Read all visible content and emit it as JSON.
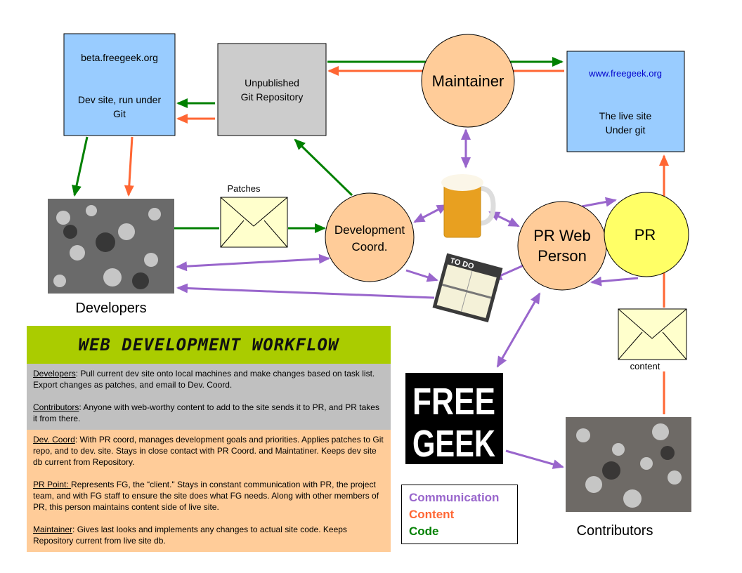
{
  "nodes": {
    "beta": {
      "l1": "beta.freegeek.org",
      "l2": "Dev site, run under",
      "l3": "Git"
    },
    "repo": {
      "l1": "Unpublished",
      "l2": "Git Repository"
    },
    "maintainer": "Maintainer",
    "live": {
      "l1": "www.freegeek.org",
      "l2": "The live site",
      "l3": "Under git"
    },
    "developers": "Developers",
    "patches": "Patches",
    "devcoord": {
      "l1": "Development",
      "l2": "Coord."
    },
    "prweb": {
      "l1": "PR Web",
      "l2": "Person"
    },
    "pr": "PR",
    "content": "content",
    "logo": {
      "l1": "FREE",
      "l2": "GEEK"
    },
    "contributors": "Contributors",
    "todo": "TO DO"
  },
  "panel": {
    "title": "WEB DEVELOPMENT WORKFLOW",
    "items": [
      {
        "term": "Developers",
        "text": ": Pull current dev site onto local machines and make changes based on task list. Export changes as patches, and email to Dev. Coord."
      },
      {
        "term": "Contributors",
        "text": ": Anyone with web-worthy content to add to the site sends it to PR, and PR takes it from there."
      },
      {
        "term": "Dev. Coord",
        "text": ": With PR coord, manages development goals and priorities. Applies patches to Git repo, and to dev. site. Stays in close contact with PR Coord. and Maintatiner. Keeps dev site db current from Repository."
      },
      {
        "term": "PR Point: ",
        "text": "Represents FG, the “client.\" Stays in constant communication with PR, the project team, and with FG staff to ensure the site does what FG needs. Along with other members of PR, this person maintains content side of live site."
      },
      {
        "term": "Maintainer",
        "text": ": Gives last looks and implements any changes to actual site code.  Keeps Repository current from live site db."
      }
    ]
  },
  "legend": {
    "communication": "Communication",
    "content": "Content",
    "code": "Code"
  },
  "colors": {
    "communication": "#9966cc",
    "content": "#ff6633",
    "code": "#008000",
    "site_box": "#99ccff",
    "repo_box": "#cccccc",
    "person": "#ffcc99",
    "pr": "#ffff66"
  }
}
